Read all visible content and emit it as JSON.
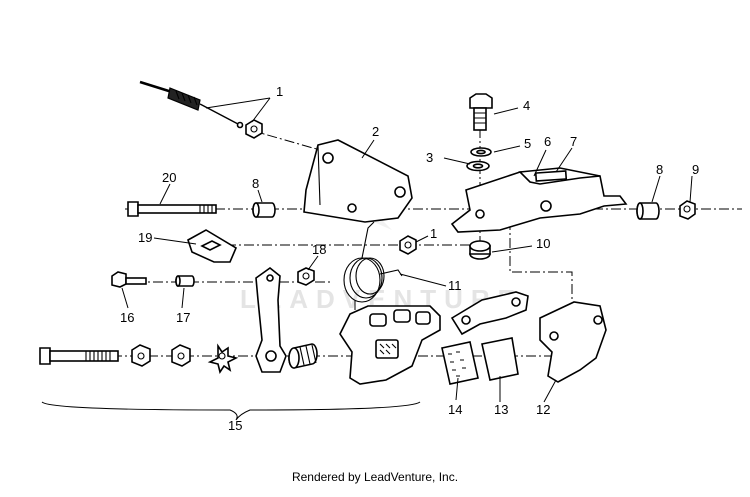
{
  "diagram": {
    "watermark": "LEADVENTURE",
    "callouts": [
      "1",
      "2",
      "3",
      "4",
      "5",
      "6",
      "7",
      "8",
      "9",
      "10",
      "11",
      "12",
      "13",
      "14",
      "15",
      "16",
      "17",
      "18",
      "19",
      "20",
      "1",
      "8"
    ],
    "footer": "Rendered by LeadVenture, Inc."
  }
}
